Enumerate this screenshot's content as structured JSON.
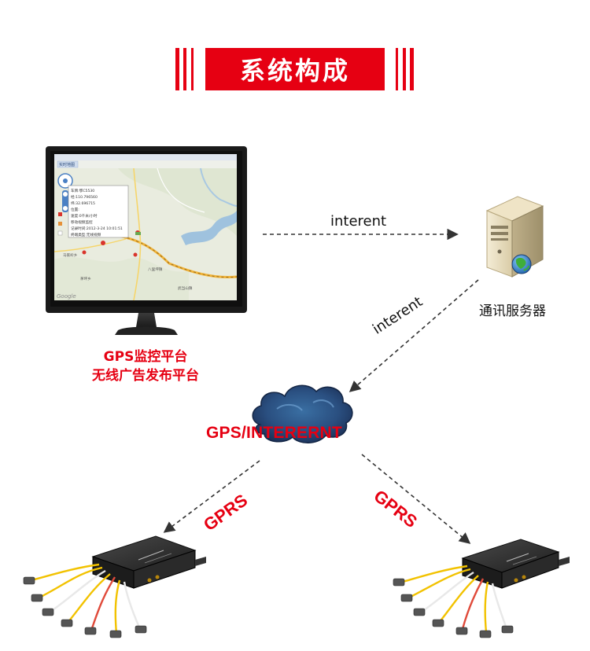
{
  "title": "系统构成",
  "platform": {
    "line1": "GPS监控平台",
    "line2": "无线广告发布平台",
    "screen": {
      "tab_label": "实时地图",
      "map_watermark": "Google",
      "popup_lines": [
        "车牌:鄂C5530",
        "经:110.796560",
        "纬:32.696715",
        "位置:",
        "速度:0千米/小时",
        "移动视频监控",
        "记录时间:2012-3-24 10:01:51",
        "终端类型:无线视频"
      ],
      "map_labels": [
        "马家岭乡",
        "茅坪乡",
        "八里坪镇",
        "武当山镇"
      ]
    }
  },
  "server": {
    "label": "通讯服务器"
  },
  "links": {
    "top": "interent",
    "diagonal": "interent"
  },
  "cloud": {
    "label": "GPS/INTERERNT"
  },
  "gprs": {
    "left": "GPRS",
    "right": "GPRS"
  },
  "colors": {
    "accent": "#e60012",
    "arrow": "#333333"
  }
}
